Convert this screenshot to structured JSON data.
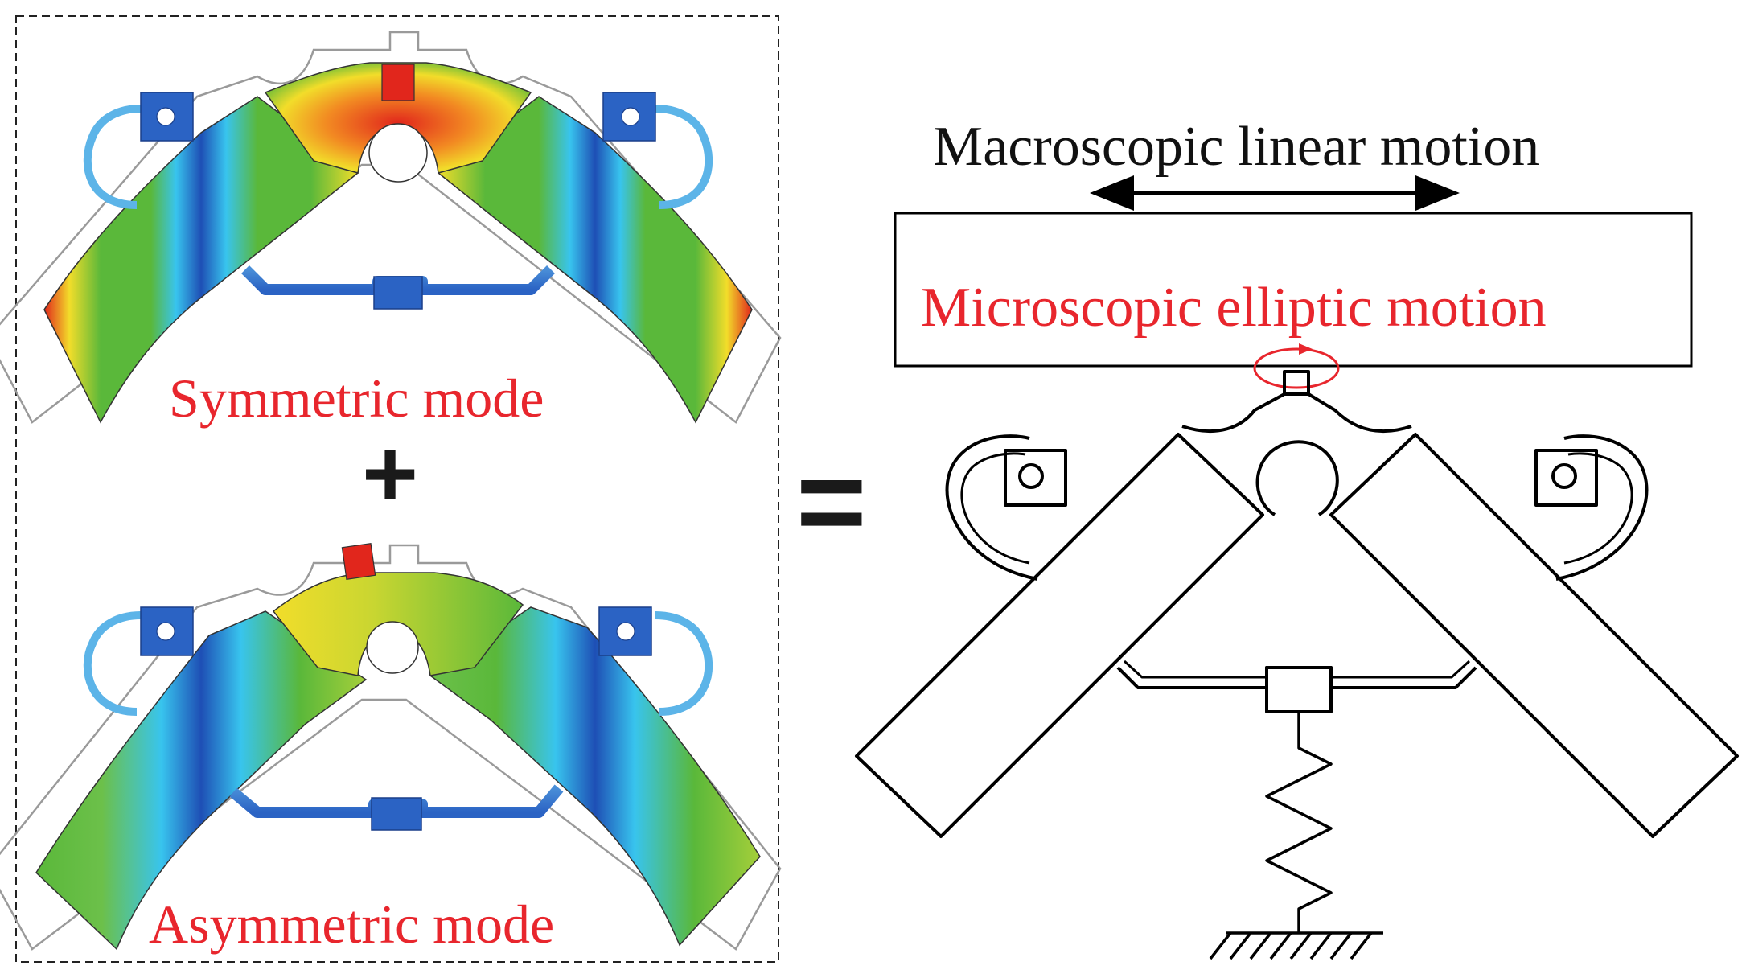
{
  "labels": {
    "symmetric_mode": "Symmetric mode",
    "asymmetric_mode": "Asymmetric mode",
    "plus": "+",
    "equals": "=",
    "macroscopic": "Macroscopic linear motion",
    "microscopic": "Microscopic elliptic motion"
  },
  "colors": {
    "label_red": "#e8262d",
    "label_black": "#111111",
    "stress_low": "#1e4fb5",
    "stress_mid_low": "#38c4ee",
    "stress_mid": "#5ab83a",
    "stress_mid_high": "#f2dd2a",
    "stress_high": "#e1261c"
  }
}
